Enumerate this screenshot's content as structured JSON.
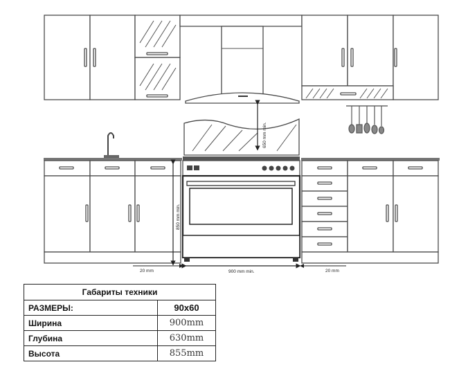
{
  "diagram": {
    "hood_clearance_label": "650 mm min.",
    "counter_height_label": "850 mm min.",
    "oven_width_label": "900 mm min.",
    "left_gap_label": "20 mm",
    "right_gap_label": "20 mm"
  },
  "specs": {
    "title": "Габариты техники",
    "header": {
      "label": "РАЗМЕРЫ:",
      "value": "90x60"
    },
    "rows": [
      {
        "label": "Ширина",
        "value": "900mm"
      },
      {
        "label": "Глубина",
        "value": "630mm"
      },
      {
        "label": "Высота",
        "value": "855mm"
      }
    ]
  }
}
